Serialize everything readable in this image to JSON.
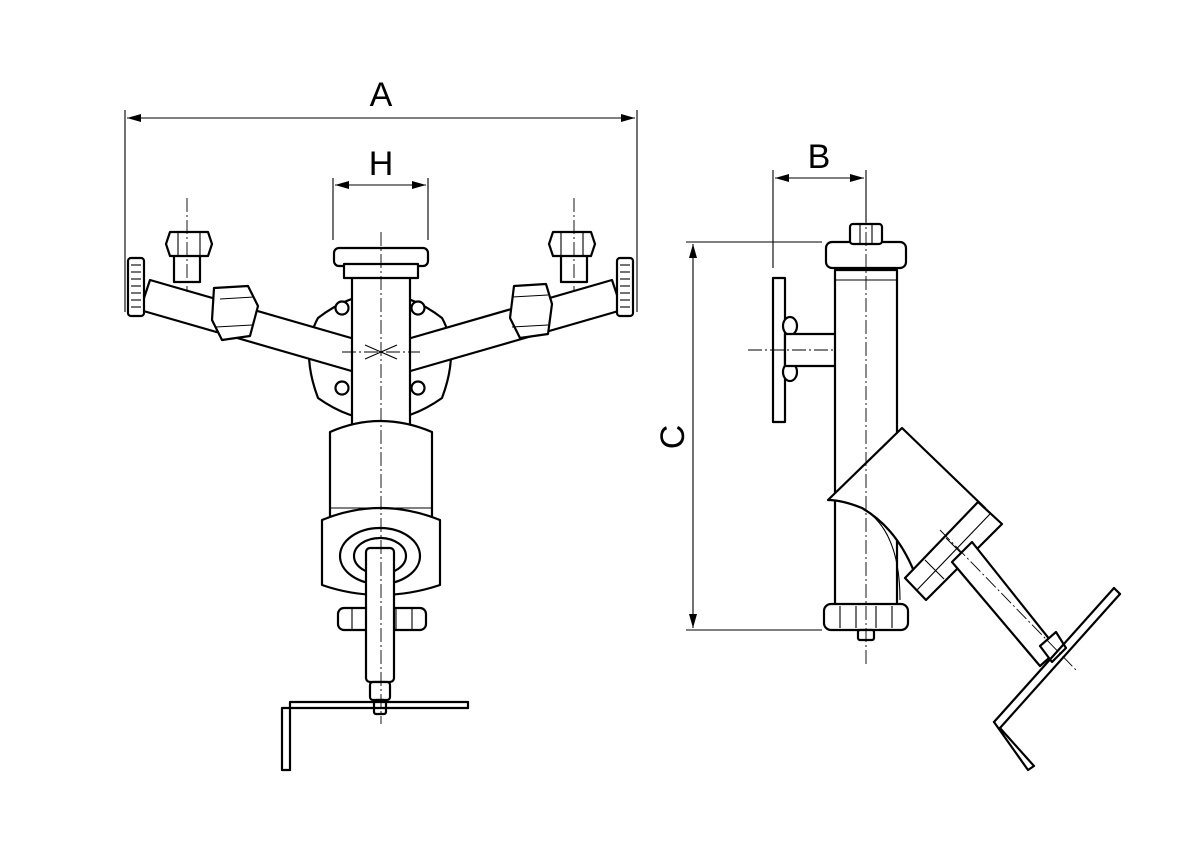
{
  "dimensions": {
    "a": "A",
    "h": "H",
    "b": "B",
    "c": "C"
  },
  "colors": {
    "line": "#000000",
    "background": "#ffffff"
  }
}
